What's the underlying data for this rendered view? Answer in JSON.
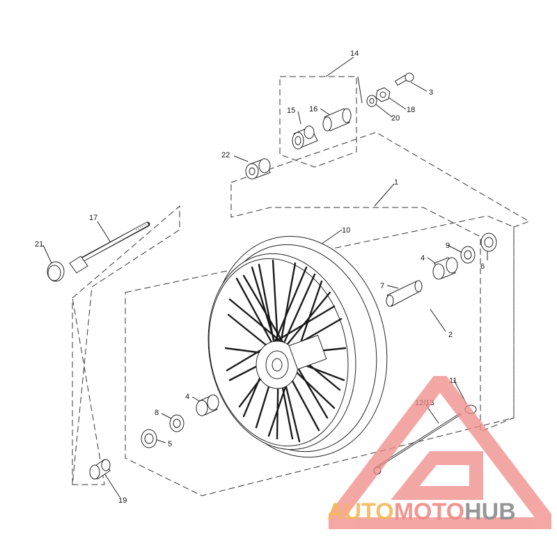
{
  "diagram": {
    "callouts": {
      "c1": "1",
      "c2": "2",
      "c3": "3",
      "c4a": "4",
      "c4b": "4",
      "c5": "5",
      "c6": "6",
      "c7": "7",
      "c8": "8",
      "c9": "9",
      "c10": "10",
      "c11": "11",
      "c1213": "12/13",
      "c14": "14",
      "c15": "15",
      "c16": "16",
      "c17": "17",
      "c18": "18",
      "c19": "19",
      "c20": "20",
      "c21": "21",
      "c22": "22"
    }
  },
  "watermark": {
    "brand_part1": "AUTO",
    "brand_part2": "MOTO",
    "brand_part3": "HUB",
    "colors": {
      "orange": "#f5b85a",
      "pink": "#f08a86",
      "gray": "#8c8c8c"
    }
  }
}
